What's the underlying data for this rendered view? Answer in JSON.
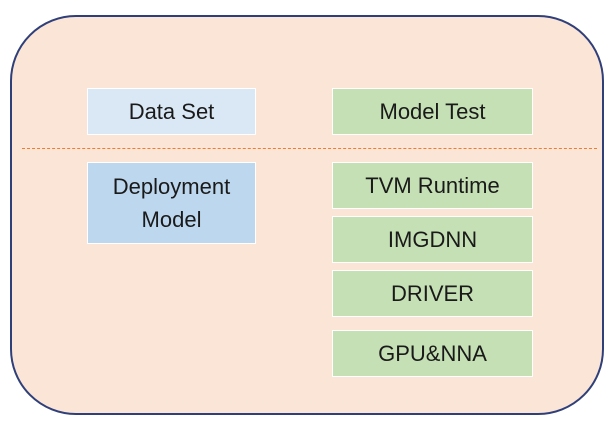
{
  "colors": {
    "container_fill": "#fbe5d6",
    "container_border": "#2f3f7a",
    "divider": "#ed7d31",
    "data_set_fill": "#dae8f5",
    "deployment_fill": "#bdd7ee",
    "stack_fill": "#c5e0b4"
  },
  "left_column": {
    "data_set": "Data Set",
    "deployment_model": "Deployment\nModel"
  },
  "right_column": {
    "model_test": "Model Test",
    "tvm_runtime": "TVM Runtime",
    "imgdnn": "IMGDNN",
    "driver": "DRIVER",
    "gpu_nna": "GPU&NNA"
  }
}
